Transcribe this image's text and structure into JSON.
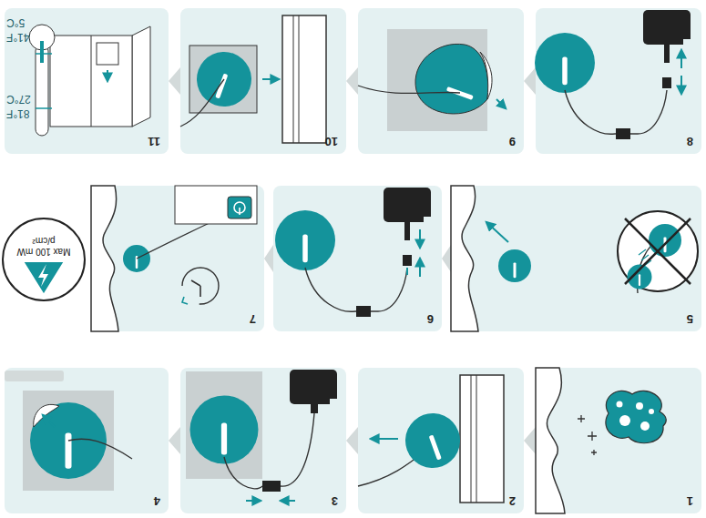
{
  "diagram": {
    "nodes": [
      {
        "text": [
          "1"
        ]
      },
      {
        "text": [
          "2"
        ]
      },
      {
        "text": [
          "3"
        ]
      },
      {
        "text": [
          "4"
        ]
      },
      {
        "text": [
          "5"
        ]
      },
      {
        "text": [
          "6"
        ]
      },
      {
        "text": [
          "7"
        ]
      },
      {
        "text": [
          "Max 100 mW p/cm²"
        ]
      },
      {
        "text": [
          "8"
        ]
      },
      {
        "text": [
          "9"
        ]
      },
      {
        "text": [
          "10"
        ]
      },
      {
        "text": [
          "11"
        ]
      }
    ],
    "labels": [
      "81°F",
      "27°C",
      "41°F",
      "5°C"
    ]
  }
}
